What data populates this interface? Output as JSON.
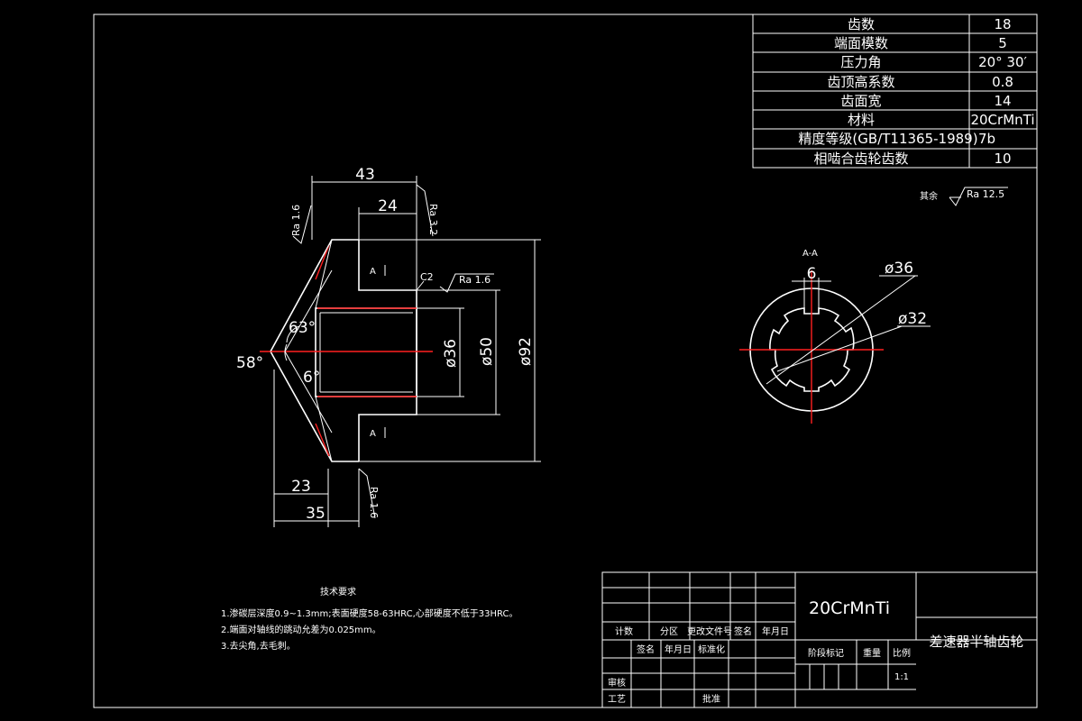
{
  "param_table": {
    "rows": [
      {
        "label": "齿数",
        "value": "18"
      },
      {
        "label": "端面模数",
        "value": "5"
      },
      {
        "label": "压力角",
        "value": "20° 30′"
      },
      {
        "label": "齿顶高系数",
        "value": "0.8"
      },
      {
        "label": "齿面宽",
        "value": "14"
      },
      {
        "label": "材料",
        "value": "20CrMnTi"
      },
      {
        "label": "精度等级(GB/T11365-1989)",
        "value": "7b"
      },
      {
        "label": "相啮合齿轮齿数",
        "value": "10"
      }
    ]
  },
  "roughness_other": {
    "prefix": "其余",
    "value": "Ra 12.5"
  },
  "main_view": {
    "dims": {
      "d43": "43",
      "d24": "24",
      "d23": "23",
      "d35": "35",
      "phi36": "ø36",
      "phi50": "ø50",
      "phi92": "ø92",
      "ang63": "63°",
      "ang58": "58°",
      "ang6": "6°"
    },
    "roughness": {
      "ra16_top": "Ra 1.6",
      "ra32": "Ra 3.2",
      "ra16_right": "Ra 1.6",
      "ra16_bottom": "Ra 1.6"
    },
    "chamfer": "C2",
    "section_marks": {
      "a_top": "A",
      "a_bottom": "A"
    }
  },
  "section_view": {
    "title": "A-A",
    "dims": {
      "width6": "6",
      "phi36": "ø36",
      "phi32": "ø32"
    }
  },
  "tech_req": {
    "title": "技术要求",
    "items": [
      "1.渗碳层深度0.9~1.3mm;表面硬度58-63HRC,心部硬度不低于33HRC。",
      "2.端面对轴线的跳动允差为0.025mm。",
      "3.去尖角,去毛刺。"
    ]
  },
  "title_block": {
    "material": "20CrMnTi",
    "part_name": "差速器半轴齿轮",
    "headers_row1": [
      "计数",
      "分区",
      "更改文件号",
      "签名",
      "年月日"
    ],
    "headers_row2": [
      "签名",
      "年月日",
      "标准化"
    ],
    "label_stage": "阶段标记",
    "label_weight": "重量",
    "label_scale": "比例",
    "scale_value": "1:1",
    "label_review": "审核",
    "label_process": "工艺",
    "label_approve": "批准"
  },
  "colors": {
    "background": "#000000",
    "line": "#ffffff",
    "centerline": "#ff2020"
  }
}
